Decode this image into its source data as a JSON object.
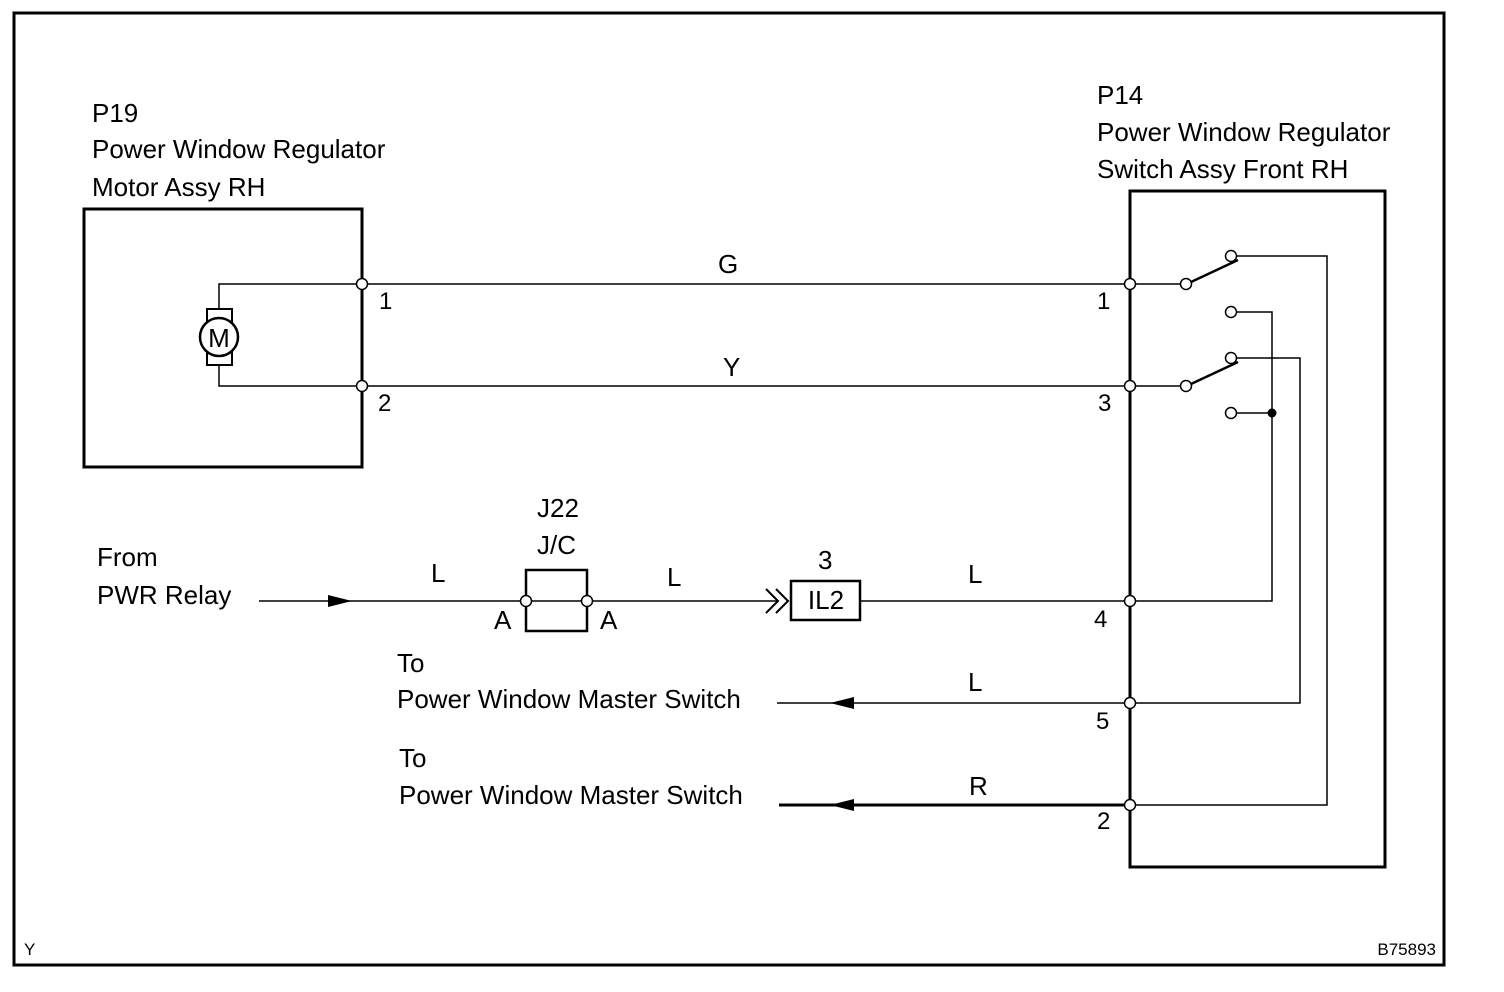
{
  "components": {
    "motor": {
      "code": "P19",
      "name_line1": "Power Window Regulator",
      "name_line2": "Motor Assy RH",
      "symbol": "M",
      "pins": [
        "1",
        "2"
      ]
    },
    "switch": {
      "code": "P14",
      "name_line1": "Power Window Regulator",
      "name_line2": "Switch Assy Front RH",
      "pins": [
        "1",
        "3",
        "4",
        "5",
        "2"
      ]
    },
    "junction": {
      "code": "J22",
      "type": "J/C",
      "left_terminal": "A",
      "right_terminal": "A"
    },
    "connector": {
      "pin": "3",
      "code": "IL2"
    }
  },
  "wires": {
    "motor_pin1_to_switch_pin1": "G",
    "motor_pin2_to_switch_pin3": "Y",
    "relay_to_junction": "L",
    "junction_to_connector": "L",
    "connector_to_switch_pin4": "L",
    "switch_pin5_to_master": "L",
    "switch_pin2_to_master": "R"
  },
  "external": {
    "from_line1": "From",
    "from_line2": "PWR Relay",
    "to1_line1": "To",
    "to1_line2": "Power Window Master Switch",
    "to2_line1": "To",
    "to2_line2": "Power Window Master Switch"
  },
  "corner_left": "Y",
  "figure_code": "B75893"
}
